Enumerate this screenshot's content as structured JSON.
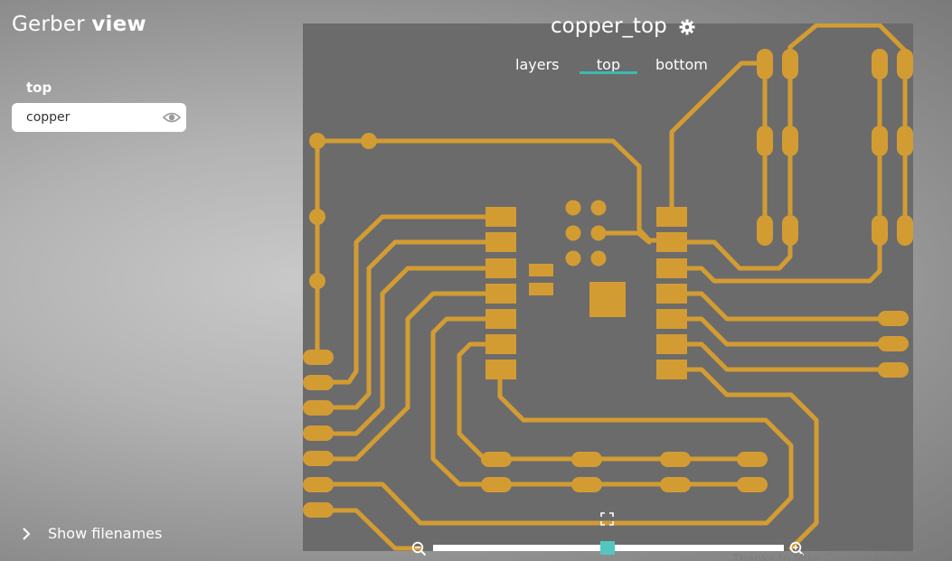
{
  "app": {
    "title_light": "Gerber",
    "title_bold": "view"
  },
  "sidebar": {
    "section_label": "top",
    "layers": [
      {
        "label": "copper",
        "visibility_icon": "eye-icon"
      }
    ],
    "show_filenames_label": "Show filenames",
    "show_filenames_icon": "chevron-right-icon"
  },
  "viewer": {
    "title": "copper_top",
    "settings_icon": "gear-icon",
    "tabs": [
      {
        "label": "layers",
        "active": false
      },
      {
        "label": "top",
        "active": true
      },
      {
        "label": "bottom",
        "active": false
      }
    ],
    "fullscreen_icon": "fullscreen-icon",
    "zoom": {
      "out_icon": "zoom-out-icon",
      "in_icon": "zoom-in-icon",
      "level": 0.5
    },
    "credit_text": "Thanks to Mike Cousins for his great"
  },
  "colors": {
    "copper": "#d39c33",
    "board": "#6b6b6b",
    "accent": "#3cb8b4",
    "slider_thumb": "#54c6c1"
  }
}
